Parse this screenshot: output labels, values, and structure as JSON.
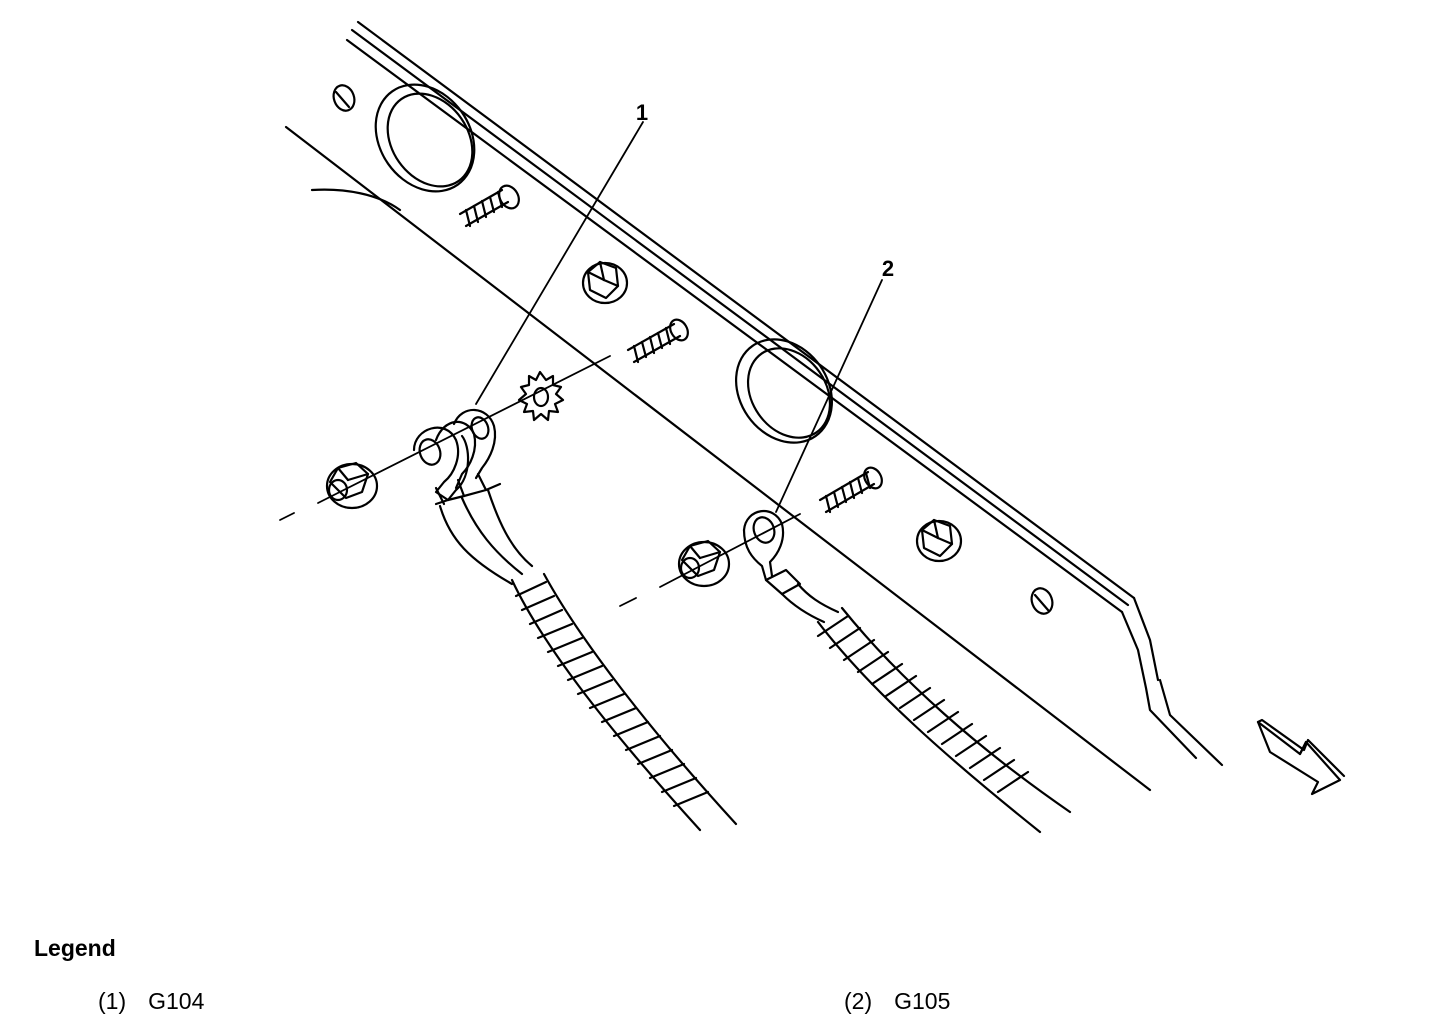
{
  "callouts": [
    {
      "number": "1"
    },
    {
      "number": "2"
    }
  ],
  "legend": {
    "title": "Legend",
    "items": [
      {
        "ref": "(1)",
        "code": "G104"
      },
      {
        "ref": "(2)",
        "code": "G105"
      }
    ]
  },
  "icons": {
    "direction_arrow": "front-direction-arrow-icon"
  },
  "colors": {
    "line": "#000000",
    "background": "#ffffff"
  }
}
